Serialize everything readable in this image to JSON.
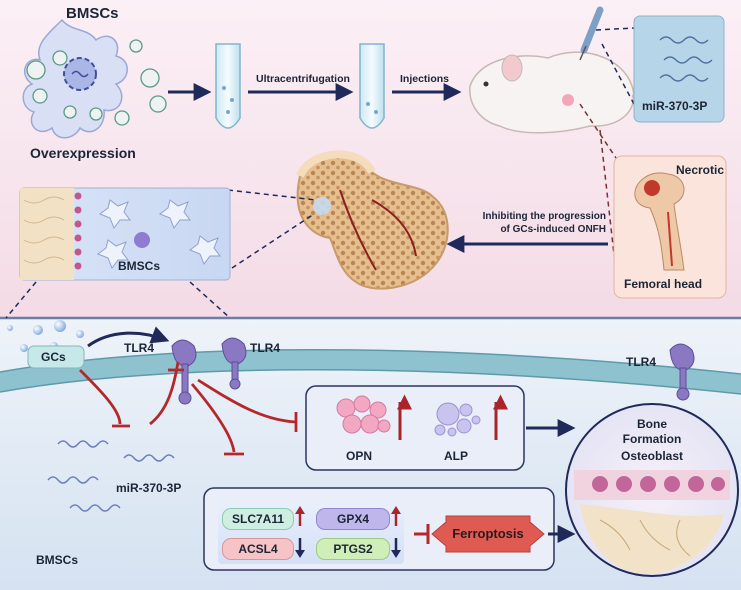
{
  "top": {
    "bmscs_label": "BMSCs",
    "overexpression_label": "Overexpression",
    "step_ultracentrifugation": "Ultracentrifugation",
    "step_injections": "Injections",
    "mirna_label": "miR-370-3P",
    "necrotic_label": "Necrotic",
    "femoral_head_label": "Femoral head",
    "inhibit_line1": "Inhibiting the progression",
    "inhibit_line2": "of GCs-induced ONFH",
    "inset_bmscs_label": "BMSCs"
  },
  "bottom": {
    "gcs_label": "GCs",
    "tlr4_a": "TLR4",
    "tlr4_b": "TLR4",
    "tlr4_c": "TLR4",
    "mirna_label": "miR-370-3P",
    "opn_label": "OPN",
    "alp_label": "ALP",
    "bone_formation_line1": "Bone",
    "bone_formation_line2": "Formation",
    "osteoblast_label": "Osteoblast",
    "genes": [
      {
        "name": "SLC7A11",
        "trend": "up"
      },
      {
        "name": "GPX4",
        "trend": "up"
      },
      {
        "name": "ACSL4",
        "trend": "down"
      },
      {
        "name": "PTGS2",
        "trend": "down"
      }
    ],
    "ferroptosis_label": "Ferroptosis",
    "bmscs_label": "BMSCs"
  },
  "colors": {
    "top_bg": "#f7e4ee",
    "bottom_bg": "#dfe9f5",
    "receptor": "#8a78c2",
    "inhibit_red": "#b4282b",
    "arrow_navy": "#1f2a5a",
    "slc_fill": "#cfeee2",
    "gpx_fill": "#bfb7ec",
    "acsl_fill": "#f6c4c7",
    "ptgs_fill": "#cfeeb8",
    "ferroptosis_fill": "#e05a54"
  }
}
